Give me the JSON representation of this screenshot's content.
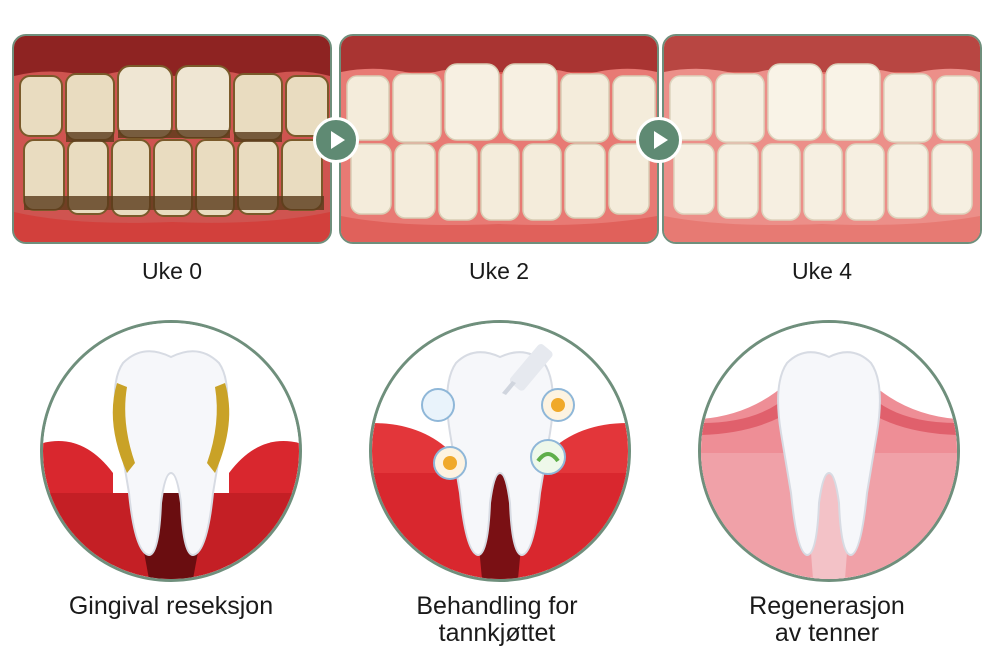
{
  "stages": [
    {
      "week_label": "Uke 0",
      "caption_lines": [
        "Gingival reseksjon"
      ]
    },
    {
      "week_label": "Uke 2",
      "caption_lines": [
        "Behandling for",
        "tannkjøttet"
      ]
    },
    {
      "week_label": "Uke 4",
      "caption_lines": [
        "Regenerasjon",
        "av tenner"
      ]
    }
  ],
  "colors": {
    "frame": "#6f8f7c",
    "arrow": "#5f8a73",
    "gum_red": "#d9272e",
    "gum_pink": "#f0a1a8",
    "tartar": "#c9a227"
  },
  "icons": [
    "play-arrow-icon",
    "tooth-icon",
    "dropper-icon",
    "nutrient-bubble-icon"
  ]
}
